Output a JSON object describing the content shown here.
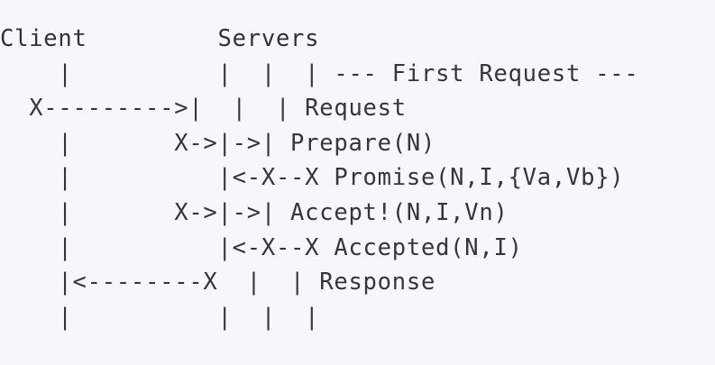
{
  "figure": {
    "kind": "ascii-sequence-diagram",
    "protocol_title": "Paxos first request message exchange",
    "background_color": "#f6f7fa",
    "text_color": "#33373d",
    "char_columns": 44,
    "row_count": 10
  },
  "columns": {
    "client_label": "Client",
    "servers_label": "Servers",
    "client_lifeline_col": 4,
    "server_lifeline_cols": [
      14,
      17,
      20
    ],
    "message_label_col": 22,
    "lifeline_glyph": "|",
    "endpoint_glyph": "X",
    "arrow_right_glyph": ">",
    "arrow_left_glyph": "<",
    "dash_glyph": "-"
  },
  "header": {
    "text": "Client         Servers",
    "client": "Client",
    "servers": "Servers"
  },
  "banner": {
    "text": "--- First Request ---",
    "title": "First Request",
    "left_rule": "---",
    "right_rule": "---"
  },
  "rows": [
    {
      "index": 0,
      "art": "    |          |  |  | --- First Request ---",
      "label": "--- First Request ---",
      "kind": "section-banner",
      "from": null,
      "to": null
    },
    {
      "index": 1,
      "art": "  X--------->|  |  | Request",
      "label": "Request",
      "kind": "message",
      "from": "client",
      "to": "server1"
    },
    {
      "index": 2,
      "art": "    |       X->|->| Prepare(N)",
      "label": "Prepare(N)",
      "kind": "message",
      "from": "server1",
      "to": "server2,server3"
    },
    {
      "index": 3,
      "art": "    |          |<-X--X Promise(N,I,{Va,Vb})",
      "label": "Promise(N,I,{Va,Vb})",
      "kind": "message",
      "from": "server2,server3",
      "to": "server1"
    },
    {
      "index": 4,
      "art": "    |       X->|->| Accept!(N,I,Vn)",
      "label": "Accept!(N,I,Vn)",
      "kind": "message",
      "from": "server1",
      "to": "server2,server3"
    },
    {
      "index": 5,
      "art": "    |          |<-X--X Accepted(N,I)",
      "label": "Accepted(N,I)",
      "kind": "message",
      "from": "server2,server3",
      "to": "server1"
    },
    {
      "index": 6,
      "art": "    |<--------X  |  | Response",
      "label": "Response",
      "kind": "message",
      "from": "server1",
      "to": "client"
    },
    {
      "index": 7,
      "art": "    |          |  |  |",
      "label": "",
      "kind": "lifelines",
      "from": null,
      "to": null
    }
  ],
  "messages": [
    "--- First Request ---",
    "Request",
    "Prepare(N)",
    "Promise(N,I,{Va,Vb})",
    "Accept!(N,I,Vn)",
    "Accepted(N,I)",
    "Response"
  ],
  "full_text": "  Client         Servers\n    |          |  |  | --- First Request ---\n  X--------->|  |  | Request\n    |       X->|->| Prepare(N)\n    |          |<-X--X Promise(N,I,{Va,Vb})\n    |       X->|->| Accept!(N,I,Vn)\n    |          |<-X--X Accepted(N,I)\n    |<--------X  |  | Response\n    |          |  |  |"
}
